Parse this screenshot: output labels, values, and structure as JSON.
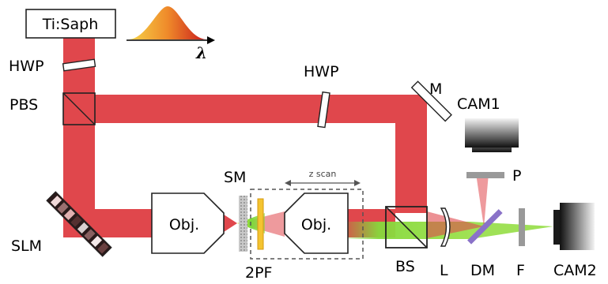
{
  "labels": {
    "laser": "Ti:Saph",
    "lambda": "λ",
    "hwp_left": "HWP",
    "hwp_top": "HWP",
    "pbs": "PBS",
    "mirror": "M",
    "cam1": "CAM1",
    "polarizer": "P",
    "slm": "SLM",
    "sm": "SM",
    "z_scan": "z scan",
    "objective_left": "Obj.",
    "objective_right": "Obj.",
    "two_pf": "2PF",
    "bs": "BS",
    "lens": "L",
    "dm": "DM",
    "filter": "F",
    "cam2": "CAM2"
  },
  "colors": {
    "beam": "#e0474c",
    "fluorescence": "#8fdc3a",
    "outline": "#222222"
  }
}
